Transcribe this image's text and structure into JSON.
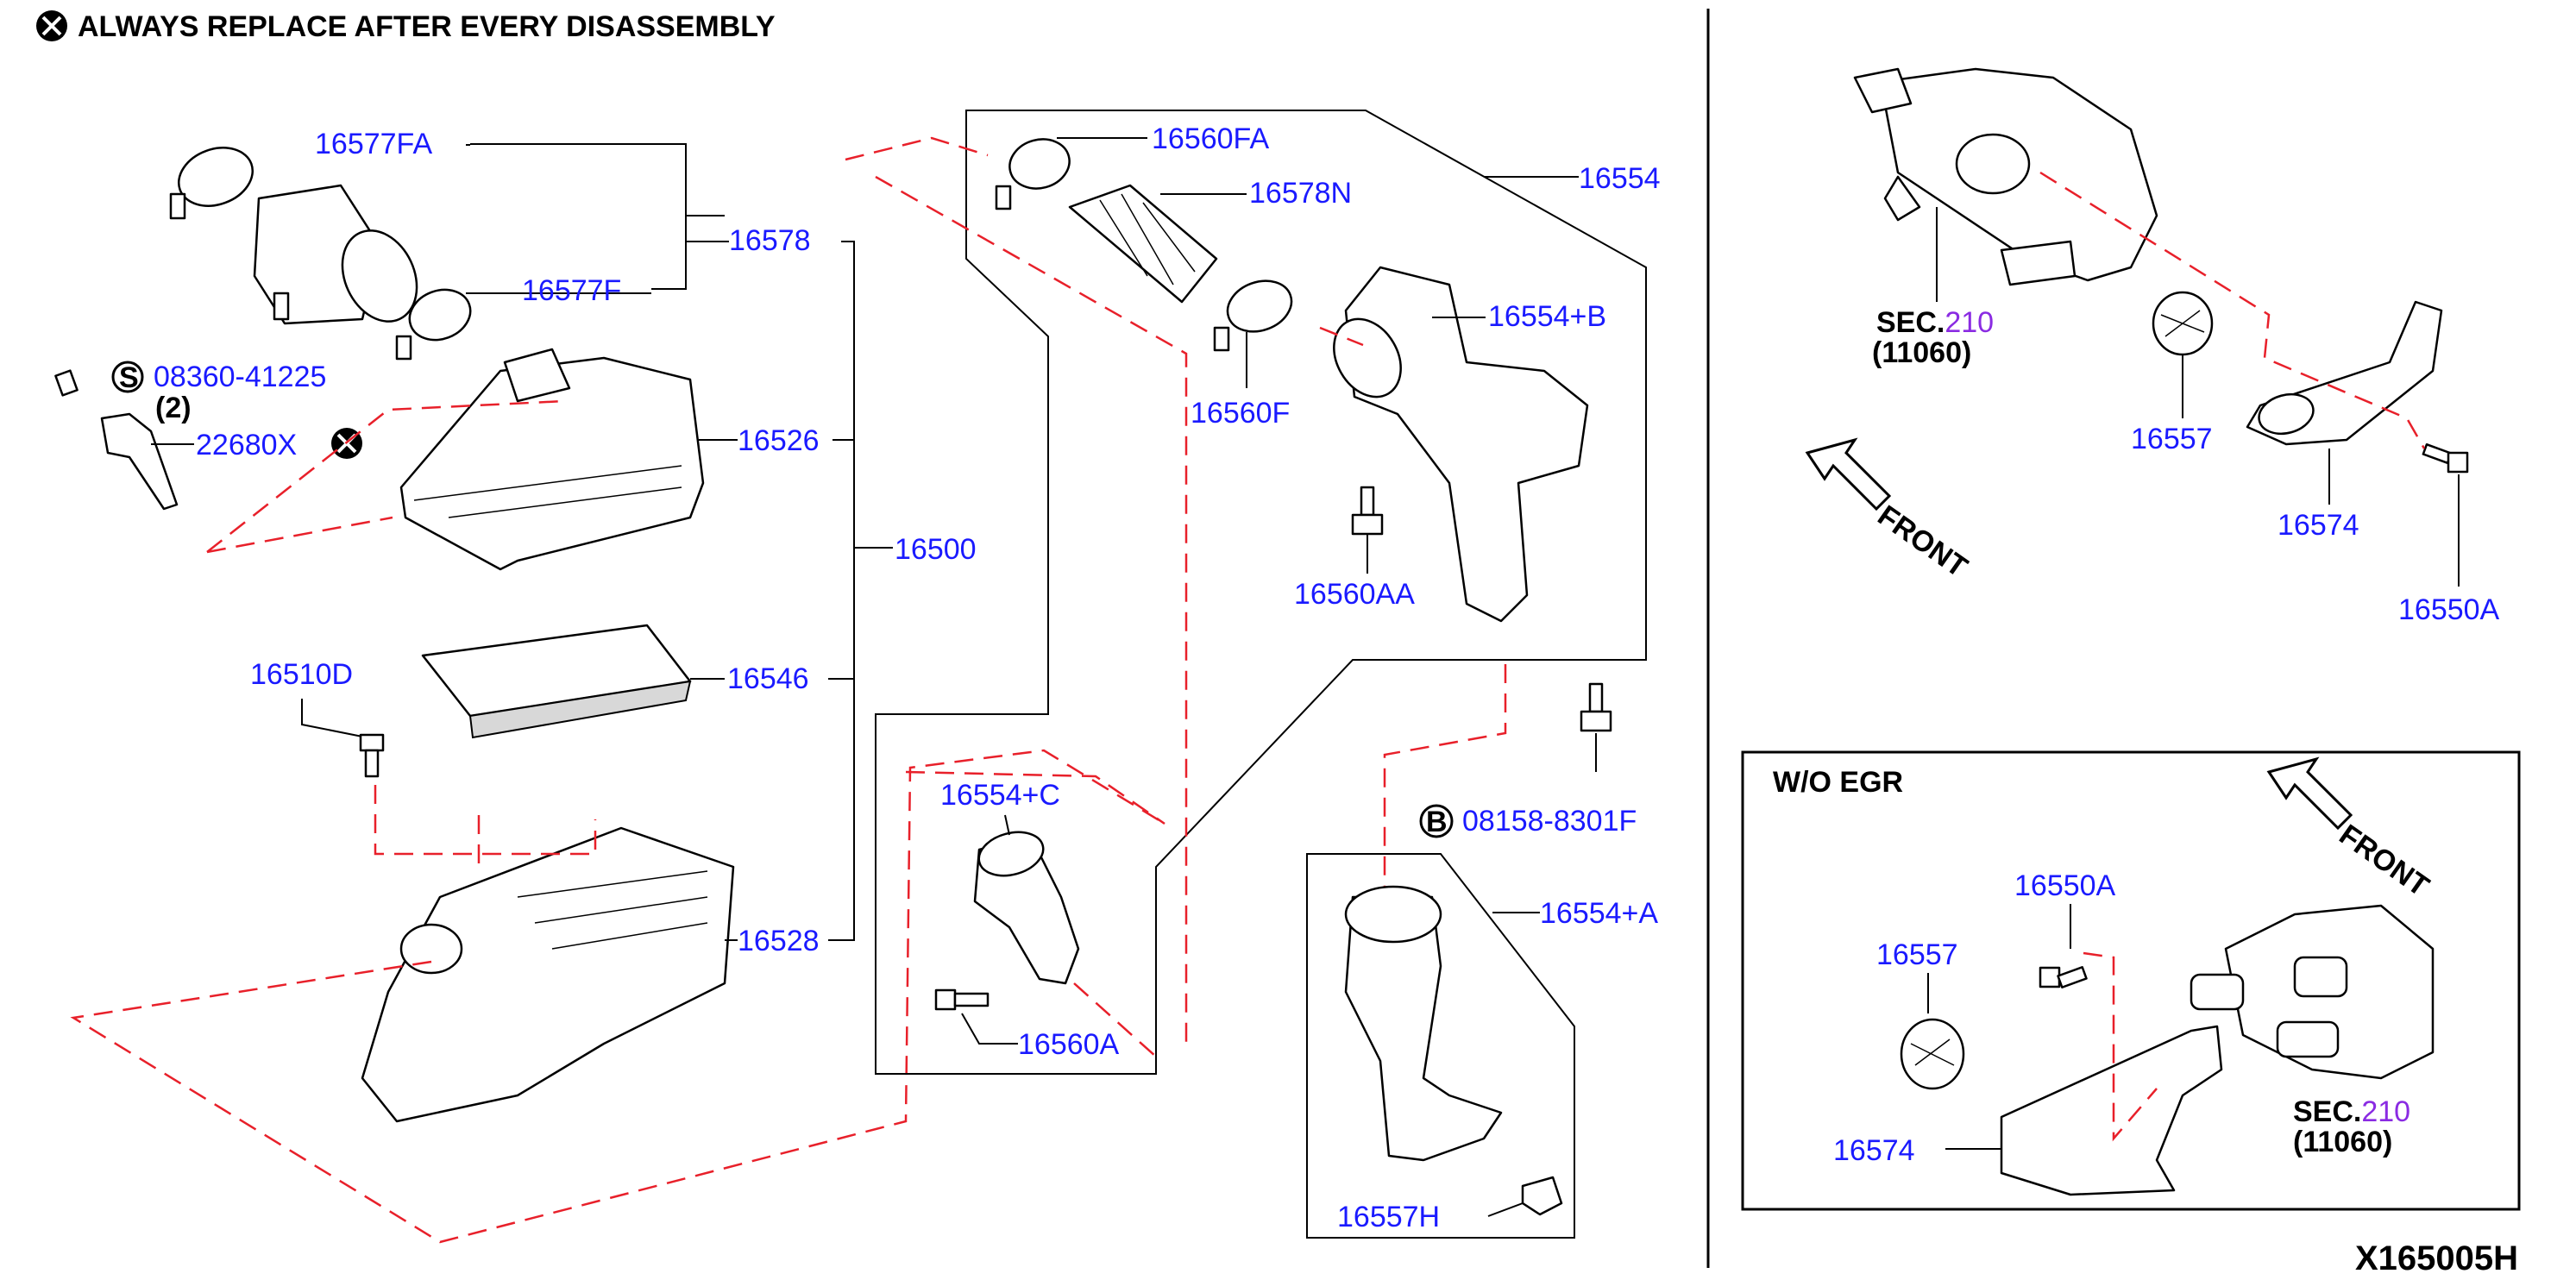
{
  "header_note": "ALWAYS REPLACE AFTER EVERY DISASSEMBLY",
  "diagram_code": "X165005H",
  "front_label": "FRONT",
  "inset_title": "W/O EGR",
  "colors": {
    "callout": "#1a1aff",
    "leader": "#000000",
    "dashed": "#e8202a",
    "section_ref": "#8a2be2"
  },
  "callouts": {
    "c16577FA": "16577FA",
    "c16578": "16578",
    "c16577F": "16577F",
    "c08360_41225": "08360-41225",
    "c_qty2": "(2)",
    "c22680X": "22680X",
    "c16526": "16526",
    "c16500": "16500",
    "c16510D": "16510D",
    "c16546": "16546",
    "c16528": "16528",
    "c16560FA": "16560FA",
    "c16578N": "16578N",
    "c16554": "16554",
    "c16554B": "16554+B",
    "c16560F": "16560F",
    "c16560AA": "16560AA",
    "c16554C": "16554+C",
    "c16560A": "16560A",
    "c08158_8301F": "08158-8301F",
    "c16554A": "16554+A",
    "c16557H": "16557H",
    "c16557_top": "16557",
    "c16574_top": "16574",
    "c16550A_top": "16550A",
    "c16550A_inset": "16550A",
    "c16557_inset": "16557",
    "c16574_inset": "16574"
  },
  "section_refs": [
    {
      "sec": "SEC.",
      "num": "210",
      "code": "(11060)"
    },
    {
      "sec": "SEC.",
      "num": "210",
      "code": "(11060)"
    }
  ],
  "symbols": {
    "replace": "⊗",
    "s_mark": "S",
    "b_mark": "B"
  },
  "icons": [
    "replace-mark-icon",
    "front-arrow-icon",
    "s-circle-icon",
    "b-circle-icon"
  ]
}
